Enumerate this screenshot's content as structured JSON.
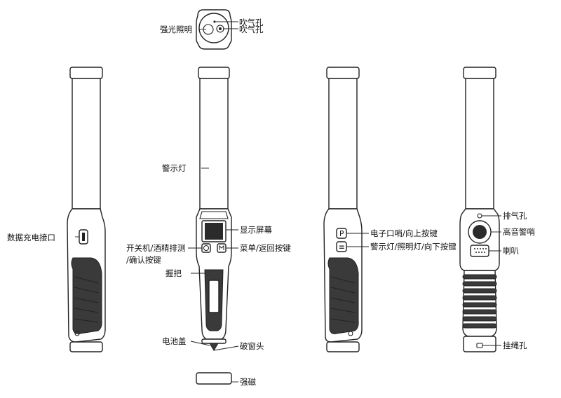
{
  "labels": {
    "bright_light": "强光照明",
    "blow_hole_1": "吹气孔",
    "blow_hole_2": "吹气孔",
    "warning_light": "警示灯",
    "data_charge_port": "数据充电接口",
    "display_screen": "显示屏幕",
    "power_button_line1": "开关机/酒精排测",
    "power_button_line2": "/确认按键",
    "menu_button": "菜单/返回按键",
    "grip": "握把",
    "battery_cover": "电池盖",
    "window_breaker": "破窗头",
    "magnet": "强磁",
    "whistle_button": "电子口哨/向上按键",
    "light_button": "警示灯/照明灯/向下按键",
    "exhaust_hole": "排气孔",
    "siren": "高音警哨",
    "speaker": "喇叭",
    "lanyard_hole": "挂绳孔"
  },
  "button_glyphs": {
    "side_upper": "P",
    "side_lower": "≡"
  }
}
